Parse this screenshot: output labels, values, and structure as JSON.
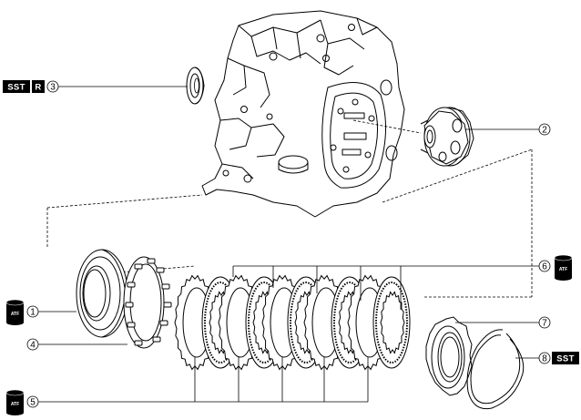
{
  "badges": {
    "sst": "SST",
    "r": "R",
    "atf": "ATF"
  },
  "callouts": [
    "1",
    "2",
    "3",
    "4",
    "5",
    "6",
    "7",
    "8"
  ]
}
